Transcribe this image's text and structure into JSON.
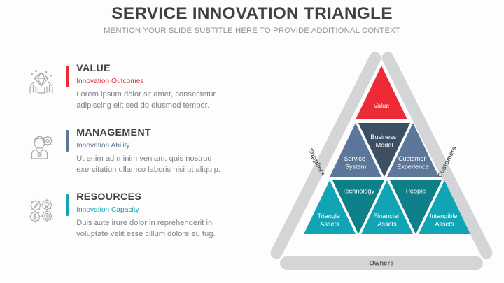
{
  "header": {
    "title": "SERVICE INNOVATION TRIANGLE",
    "subtitle": "MENTION YOUR SLIDE SUBTITLE HERE TO PROVIDE ADDITIONAL CONTEXT"
  },
  "colors": {
    "title": "#414042",
    "subtitle": "#929497",
    "body_text": "#808285",
    "red": "#ED2B37",
    "slate_light": "#5C7799",
    "slate_dark": "#3C4F63",
    "teal_light": "#11A4B4",
    "teal_dark": "#0C7F88",
    "gray_bar": "#D4D5D7",
    "background": "#FDFDFE"
  },
  "features": [
    {
      "icon": "gem-in-hands-icon",
      "accent": "#ED2B37",
      "title": "VALUE",
      "subtitle": "Innovation Outcomes",
      "body": "Lorem ipsum dolor sit amet, consectetur adipiscing elit sed do eiusmod tempor."
    },
    {
      "icon": "person-gear-icon",
      "accent": "#5C7799",
      "title": "MANAGEMENT",
      "subtitle": "Innovation Ability",
      "body": "Ut enim ad minim veniam, quis nostrud exercitation ullamco laboris nisi ut aliquip."
    },
    {
      "icon": "four-gears-icon",
      "accent": "#11A4B4",
      "title": "RESOURCES",
      "subtitle": "Innovation Capacity",
      "body": "Duis aute irure dolor in reprehenderit in voluptate velit esse cillum dolore eu fug."
    }
  ],
  "diagram": {
    "name": "service-innovation-triangle",
    "side_labels": {
      "left": "Suppliers",
      "right": "Customers",
      "bottom": "Owners"
    },
    "rows": [
      {
        "row": 1,
        "cells": [
          {
            "label": "Value",
            "color": "#ED2B37",
            "orientation": "up"
          }
        ]
      },
      {
        "row": 2,
        "cells": [
          {
            "label": "Service System",
            "line1": "Service",
            "line2": "System",
            "color": "#5C7799",
            "orientation": "up"
          },
          {
            "label": "Business Model",
            "line1": "Business",
            "line2": "Model",
            "color": "#3C4F63",
            "orientation": "down"
          },
          {
            "label": "Customer Experience",
            "line1": "Customer",
            "line2": "Experience",
            "color": "#5C7799",
            "orientation": "up"
          }
        ]
      },
      {
        "row": 3,
        "cells": [
          {
            "label": "Triangle Assets",
            "line1": "Triangle",
            "line2": "Assets",
            "color": "#11A4B4",
            "orientation": "up"
          },
          {
            "label": "Technology",
            "line1": "Technology",
            "line2": "",
            "color": "#0C7F88",
            "orientation": "down"
          },
          {
            "label": "Financial Assets",
            "line1": "Financial",
            "line2": "Assets",
            "color": "#11A4B4",
            "orientation": "up"
          },
          {
            "label": "People",
            "line1": "People",
            "line2": "",
            "color": "#0C7F88",
            "orientation": "down"
          },
          {
            "label": "Intangible Assets",
            "line1": "Intangible",
            "line2": "Assets",
            "color": "#11A4B4",
            "orientation": "up"
          }
        ]
      }
    ]
  }
}
